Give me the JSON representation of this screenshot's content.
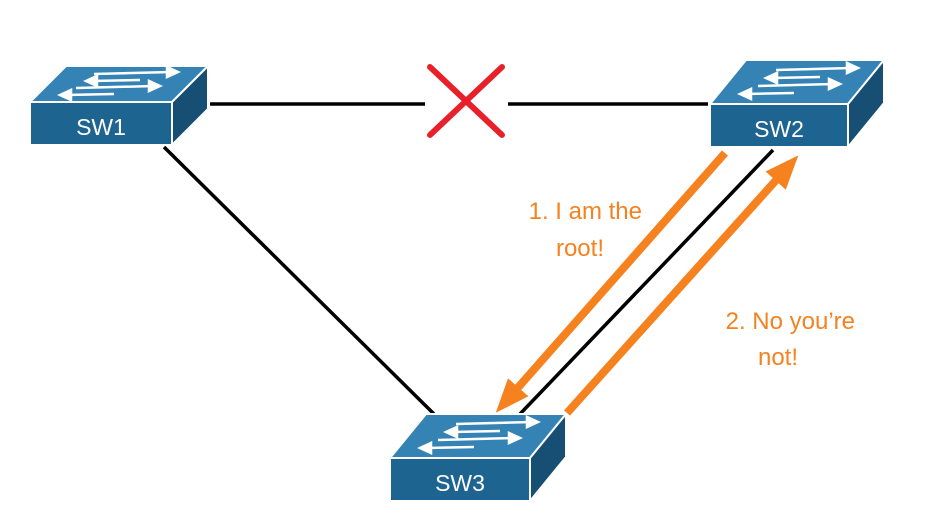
{
  "switches": {
    "sw1": {
      "label": "SW1"
    },
    "sw2": {
      "label": "SW2"
    },
    "sw3": {
      "label": "SW3"
    }
  },
  "messages": {
    "first": {
      "line1": "1. I am the",
      "line2": "root!"
    },
    "second": {
      "line1": "2. No you’re",
      "line2": "not!"
    }
  },
  "blocked_link": {
    "marker": "x-mark"
  },
  "colors": {
    "switch_front": "#1e6490",
    "switch_top": "#3583b5",
    "switch_side": "#174e73",
    "link": "#000000",
    "message": "#f5821f",
    "blocked": "#e8202a"
  }
}
